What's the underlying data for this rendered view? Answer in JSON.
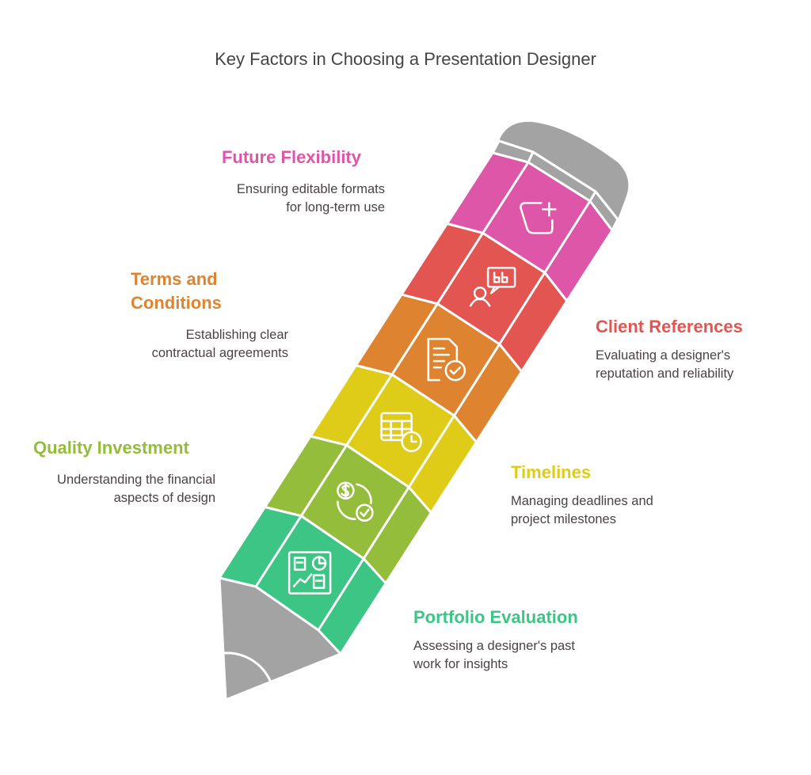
{
  "title": "Key Factors in Choosing a Presentation Designer",
  "colors": {
    "pencil_gray": "#a3a3a3",
    "separator": "#ffffff"
  },
  "segments": [
    {
      "heading": "Portfolio Evaluation",
      "description": [
        "Assessing a designer's past",
        "work for insights"
      ],
      "color": "#3cc585",
      "icon": "dashboard-icon"
    },
    {
      "heading": "Quality Investment",
      "description": [
        "Understanding the financial",
        "aspects of design"
      ],
      "color": "#93bd3a",
      "icon": "money-check-cycle-icon"
    },
    {
      "heading": "Timelines",
      "description": [
        "Managing deadlines and",
        "project milestones"
      ],
      "color": "#decc18",
      "icon": "table-clock-icon"
    },
    {
      "heading": "Terms and Conditions",
      "heading_lines": [
        "Terms and",
        "Conditions"
      ],
      "description": [
        "Establishing clear",
        "contractual agreements"
      ],
      "color": "#de8430",
      "icon": "document-check-icon"
    },
    {
      "heading": "Client References",
      "description": [
        "Evaluating a designer's",
        "reputation and reliability"
      ],
      "color": "#e35550",
      "icon": "user-speech-icon"
    },
    {
      "heading": "Future Flexibility",
      "description": [
        "Ensuring editable formats",
        "for long-term use"
      ],
      "color": "#dd56a8",
      "icon": "square-plus-icon"
    }
  ]
}
